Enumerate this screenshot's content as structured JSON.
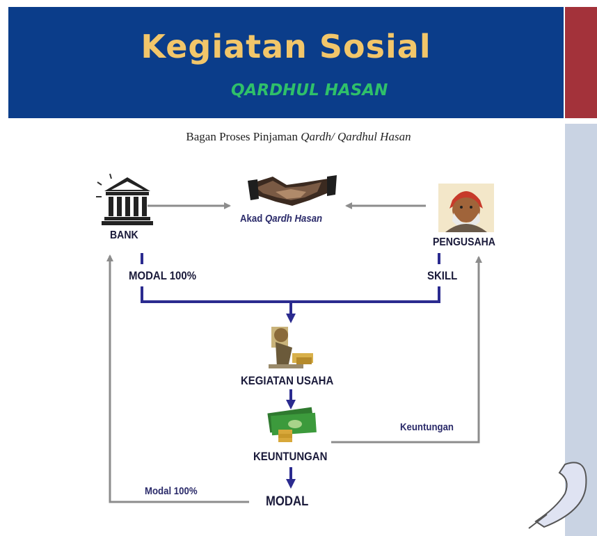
{
  "header": {
    "title": "Kegiatan Sosial",
    "subtitle": "QARDHUL HASAN",
    "bg_color": "#0b3d8a",
    "title_color": "#f2c66a",
    "subtitle_color": "#2fc06a"
  },
  "caption": {
    "prefix": "Bagan Proses Pinjaman ",
    "italic": "Qardh/ Qardhul Hasan"
  },
  "nodes": {
    "bank": {
      "label": "BANK",
      "icon": "bank-building-icon"
    },
    "akad": {
      "prefix": "Akad ",
      "italic": "Qardh Hasan",
      "icon": "handshake-icon"
    },
    "pengusaha": {
      "label": "PENGUSAHA",
      "icon": "entrepreneur-portrait-icon"
    },
    "modal_100": {
      "label": "MODAL 100%"
    },
    "skill": {
      "label": "SKILL"
    },
    "kegiatan_usaha": {
      "label": "KEGIATAN USAHA",
      "icon": "worker-icon"
    },
    "keuntungan": {
      "label": "KEUNTUNGAN",
      "icon": "money-stack-icon"
    },
    "modal": {
      "label": "MODAL"
    }
  },
  "edge_labels": {
    "keuntungan_return": "Keuntungan",
    "modal_return": "Modal 100%"
  },
  "colors": {
    "flow_arrow": "#2b2b8f",
    "return_arrow": "#8c8c8c",
    "side_red": "#a3323a",
    "side_blue": "#c9d3e3"
  }
}
